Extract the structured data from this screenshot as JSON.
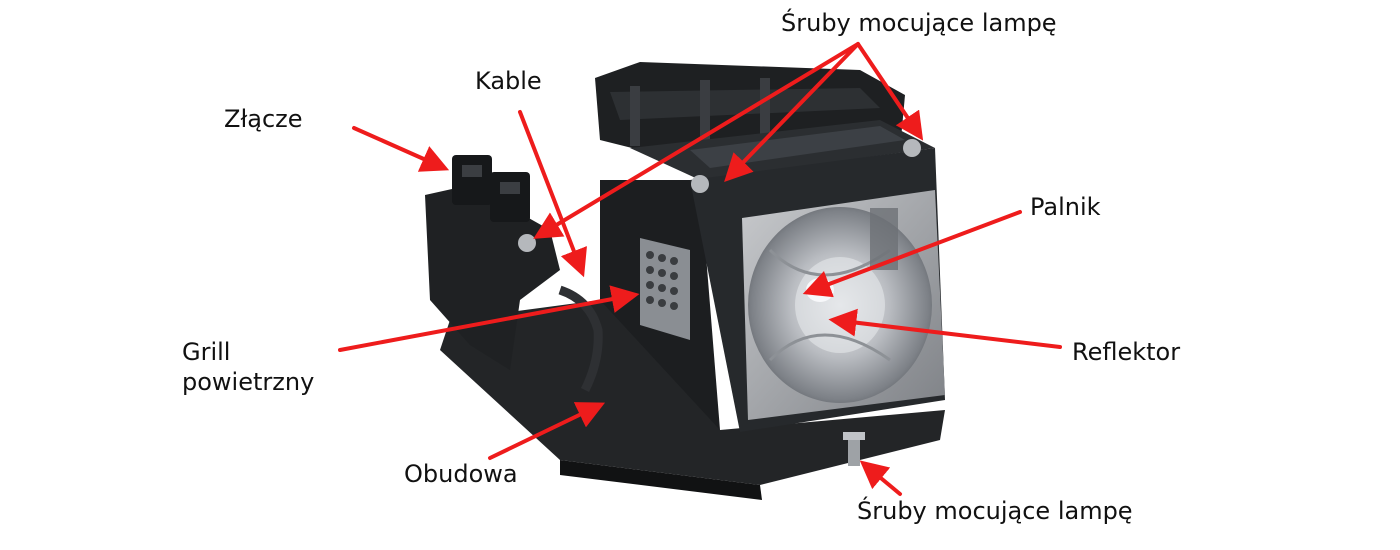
{
  "colors": {
    "arrow": "#ee1c1c",
    "label_text": "#111111",
    "background": "#ffffff",
    "housing": "#222426",
    "frame": "#9a9da1",
    "reflector": "#c9ccd0"
  },
  "labels": {
    "screws_top": "Śruby mocujące lampę",
    "cables": "Kable",
    "connector": "Złącze",
    "burner": "Palnik",
    "grill_line1": "Grill",
    "grill_line2": "powietrzny",
    "reflector": "Reflektor",
    "housing": "Obudowa",
    "screws_bottom": "Śruby mocujące lampę"
  }
}
